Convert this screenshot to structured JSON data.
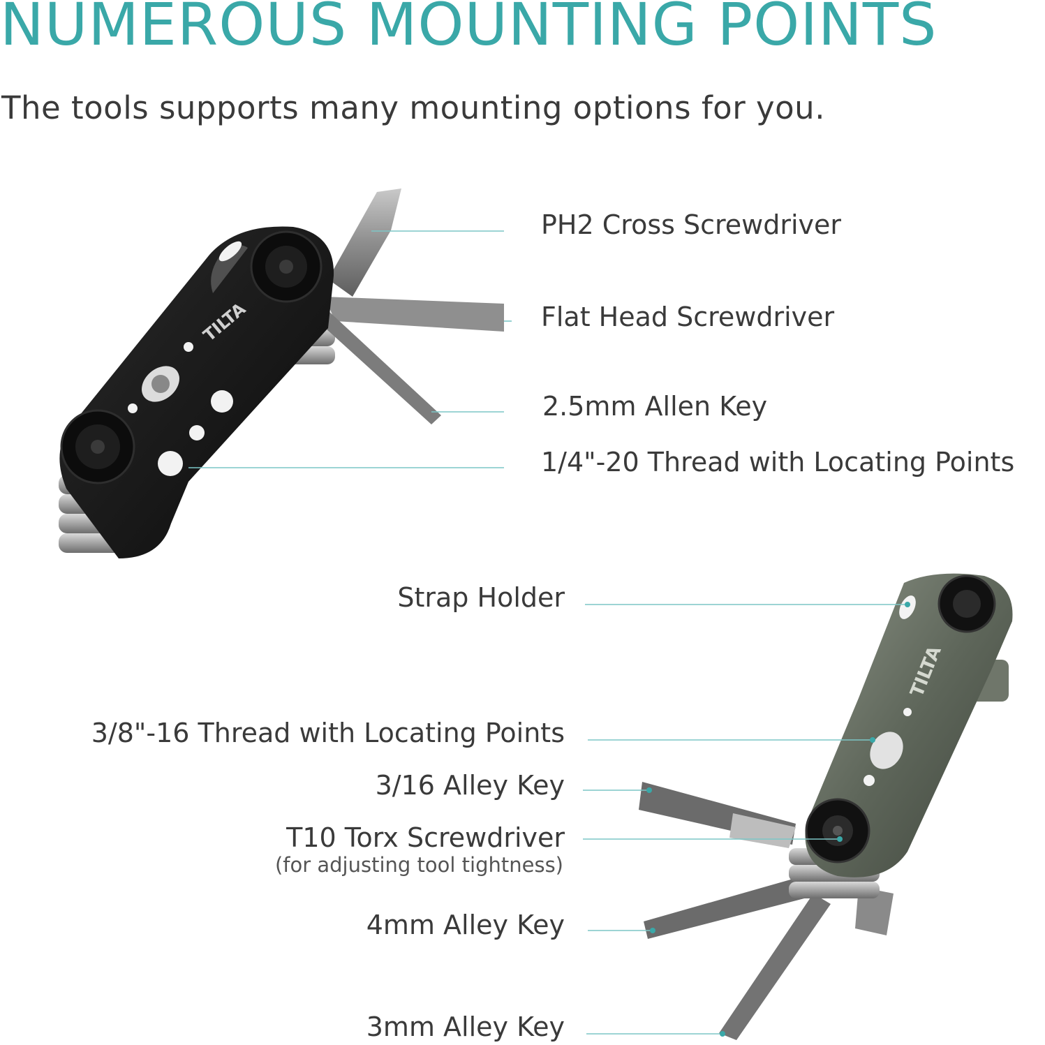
{
  "heading": {
    "title": "NUMEROUS MOUNTING POINTS",
    "subtitle": "The tools supports many mounting options for you."
  },
  "tool_black": {
    "brand": "TILTA",
    "labels": {
      "ph2": "PH2 Cross Screwdriver",
      "flat": "Flat Head Screwdriver",
      "allen25": "2.5mm Allen Key",
      "thread14": "1/4\"-20 Thread with Locating Points"
    }
  },
  "tool_green": {
    "brand": "TILTA",
    "labels": {
      "strap": "Strap Holder",
      "thread38": "3/8\"-16 Thread with Locating Points",
      "key316": "3/16 Alley Key",
      "t10": "T10 Torx Screwdriver",
      "t10_note": "(for adjusting tool tightness)",
      "key4mm": "4mm Alley Key",
      "key3mm": "3mm Alley Key"
    }
  },
  "colors": {
    "accent": "#3aa8a8",
    "callout_line": "#7cc6c6",
    "text": "#3a3a3a",
    "black_body": "#151515",
    "green_body": "#5b6358",
    "steel": "#9a9a9a"
  }
}
